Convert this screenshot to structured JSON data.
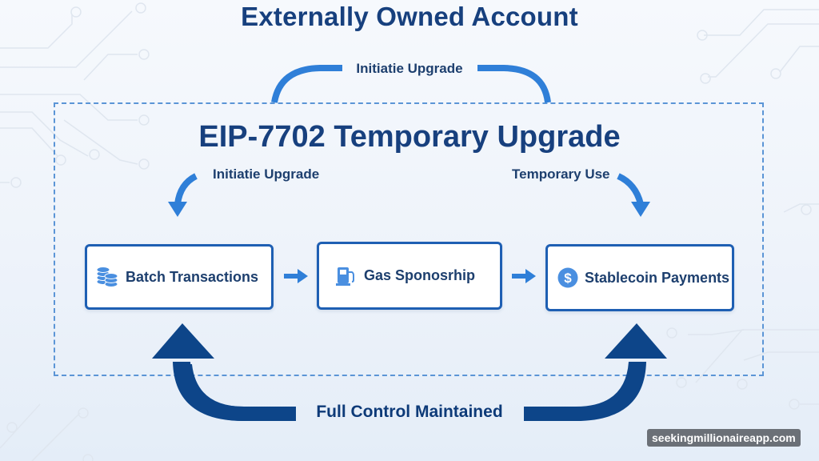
{
  "diagram": {
    "title": "Externally Owned Account",
    "subtitle": "EIP-7702 Temporary Upgrade",
    "top_arc_label": "Initiatie Upgrade",
    "left_curve_label": "Initiatie Upgrade",
    "right_curve_label": "Temporary Use",
    "steps": [
      {
        "label": "Batch Transactions",
        "icon": "coins-stack-icon"
      },
      {
        "label": "Gas Sponosrhip",
        "icon": "gas-pump-icon"
      },
      {
        "label": "Stablecoin Payments",
        "icon": "dollar-coin-icon"
      }
    ],
    "bottom_label": "Full Control Maintained"
  },
  "colors": {
    "title": "#17407e",
    "accent_blue": "#2f7fd8",
    "dark_blue": "#0d4589",
    "box_border": "#1e5fb3",
    "dashed_border": "#5b95d6"
  },
  "watermark": "seekingmillionaireapp.com"
}
